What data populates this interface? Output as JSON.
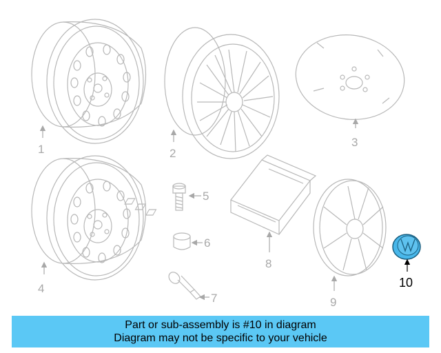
{
  "parts": [
    {
      "number": "1",
      "name": "steel-wheel"
    },
    {
      "number": "2",
      "name": "alloy-wheel"
    },
    {
      "number": "3",
      "name": "wheel-cover-disc"
    },
    {
      "number": "4",
      "name": "spare-steel-wheel"
    },
    {
      "number": "5",
      "name": "wheel-bolt"
    },
    {
      "number": "6",
      "name": "bolt-cap"
    },
    {
      "number": "7",
      "name": "valve-stem"
    },
    {
      "number": "8",
      "name": "wheel-lock-kit-case"
    },
    {
      "number": "9",
      "name": "hubcap"
    },
    {
      "number": "10",
      "name": "center-cap"
    }
  ],
  "highlighted_part": "10",
  "colors": {
    "line": "#b7b7b7",
    "highlight": "#48b7ea",
    "banner": "#5bc8f5"
  },
  "banner": {
    "line1": "Part or sub-assembly is #10 in diagram",
    "line2": "Diagram may not be specific to your vehicle"
  }
}
